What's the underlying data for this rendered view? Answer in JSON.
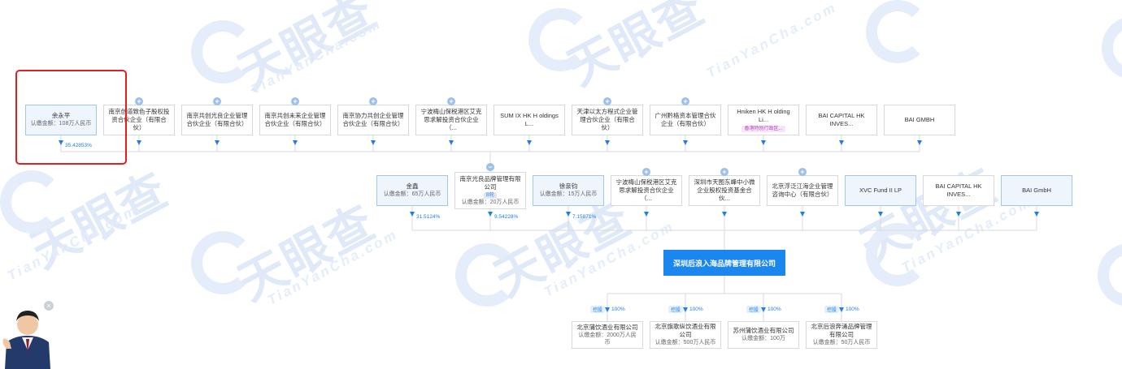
{
  "watermark": {
    "brand_cn": "天眼查",
    "brand_en": "TianYanCha.com"
  },
  "labels": {
    "capital_prefix": "认缴金额："
  },
  "top_shareholders": [
    {
      "name": "余永平",
      "capital": "108万人民币",
      "pct": "35.42853%",
      "highlight": true
    },
    {
      "name": "南京创道致色子股权投资合伙企业（有限合伙）",
      "expand": true
    },
    {
      "name": "南京共创光良企业管理合伙企业（有限合伙）",
      "expand": true
    },
    {
      "name": "南京共创未来企业管理合伙企业（有限合伙）",
      "expand": true
    },
    {
      "name": "南京协力共创企业管理合伙企业（有限合伙）",
      "expand": true
    },
    {
      "name": "宁波梅山保税港区艾克思求解投资合伙企业（...",
      "expand": true
    },
    {
      "name": "SUM IX HK H oldings L..."
    },
    {
      "name": "天津以太方程式企业管理合伙企业（有限合伙）",
      "expand": true
    },
    {
      "name": "广州黔格资本管理合伙企业（有限合伙）",
      "expand": true
    },
    {
      "name": "Hniken HK H olding Li...",
      "tag": "香港特别行政区..."
    },
    {
      "name": "BAI CAPITAL HK INVES..."
    },
    {
      "name": "BAI GMBH"
    }
  ],
  "mid_shareholders": [
    {
      "name": "金鑫",
      "capital": "65万人民币",
      "pct": "31.5124%",
      "highlight": true
    },
    {
      "name": "南京光良品牌管理有限公司",
      "capital": "20万人民币",
      "pct": "9.54228%",
      "tag": "B轮",
      "collapse": true
    },
    {
      "name": "徐亲钧",
      "capital": "15万人民币",
      "pct": "7.15871%",
      "highlight": true
    },
    {
      "name": "宁波梅山保税港区艾克思求解投资合伙企业（...",
      "expand": true
    },
    {
      "name": "深圳市天图东峰中小微企业股权投资基金合伙...",
      "expand": true
    },
    {
      "name": "北京浮泛江海企业管理咨询中心（有限合伙）",
      "expand": true
    },
    {
      "name": "XVC Fund II LP",
      "highlight": true
    },
    {
      "name": "BAI CAPITAL HK INVES..."
    },
    {
      "name": "BAI GmbH",
      "highlight": true
    }
  ],
  "root_company": {
    "name": "深圳后浪入海品牌管理有限公司"
  },
  "subsidiaries": [
    {
      "name": "北京蒲饮酒业有限公司",
      "capital": "2000万人民币",
      "ctl": "控股",
      "pct": "100%"
    },
    {
      "name": "北京旗歌纵饮酒业有限公司",
      "capital": "500万人民币",
      "ctl": "控股",
      "pct": "100%"
    },
    {
      "name": "苏州蒲饮酒业有限公司",
      "capital": "100万",
      "ctl": "控股",
      "pct": "100%"
    },
    {
      "name": "北京后浪奔涌品牌管理有限公司",
      "capital": "50万人民币",
      "ctl": "控股",
      "pct": "100%"
    }
  ],
  "colors": {
    "primary": "#1c86ef",
    "highlight_border": "#e02020",
    "line": "#d6dae0"
  }
}
